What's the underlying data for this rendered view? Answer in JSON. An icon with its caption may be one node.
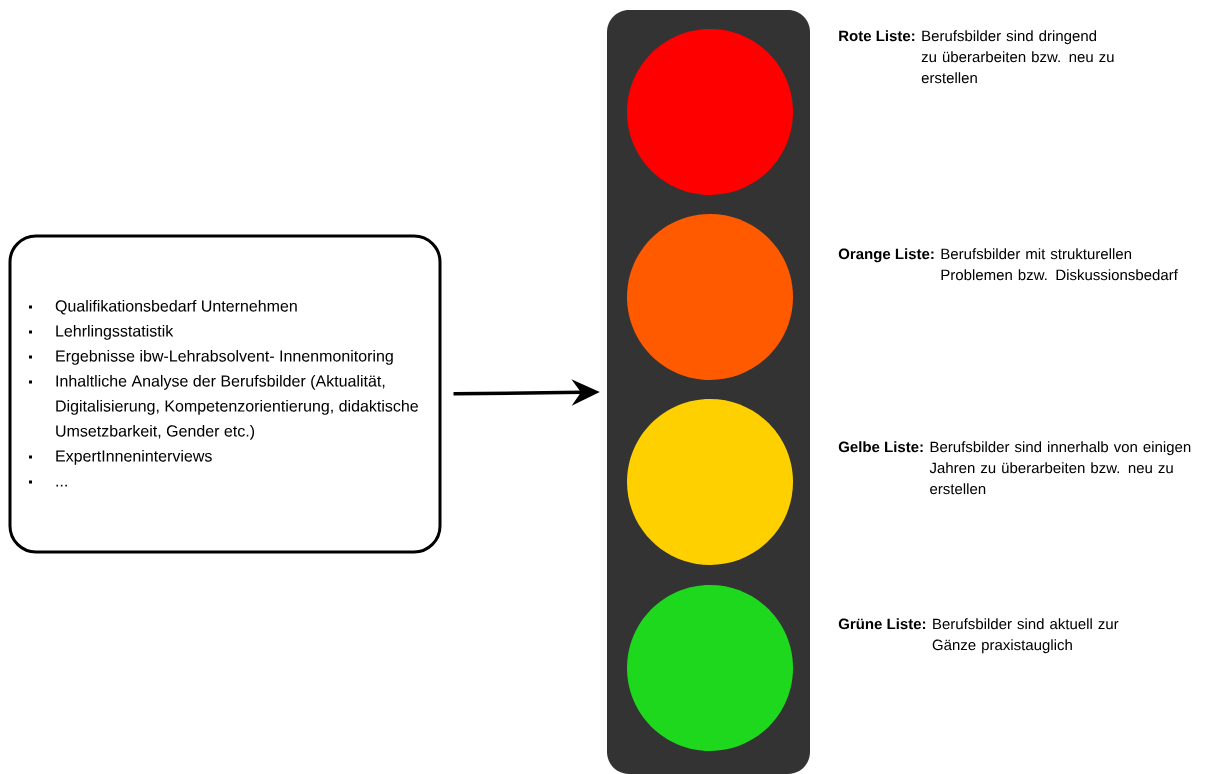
{
  "diagram": {
    "nodes": [
      {
        "text": [
          "Qualifikationsbedarf Unternehmen",
          "Lehrlingsstatistik",
          "Ergebnisse ibw-Lehrabsolvent- Innenmonitoring",
          "Inhaltliche Analyse der Berufsbilder (Aktualität, Digitalisierung, Kompetenzorientierung, didaktische Umsetzbarkeit, Gender etc.)",
          "ExpertInneninterviews",
          "..."
        ]
      },
      {
        "text": [],
        "shape": "box"
      },
      {
        "text": [],
        "shape": "circle",
        "in": 1,
        "beside": [
          "Rote Liste:",
          "Berufsbilder sind dringend zu überarbeiten bzw. neu zu erstellen"
        ]
      },
      {
        "text": [],
        "shape": "circle",
        "in": 1,
        "beside": [
          "Orange Liste:",
          "Berufsbilder mit strukturellen Problemen bzw. Diskussionsbedarf"
        ]
      },
      {
        "text": [],
        "shape": "circle",
        "in": 1,
        "beside": [
          "Gelbe Liste:",
          "Berufsbilder sind innerhalb von einigen Jahren zu überarbeiten bzw. neu zu erstellen"
        ]
      },
      {
        "text": [],
        "shape": "circle",
        "in": 1,
        "beside": [
          "Grüne Liste:",
          "Berufsbilder sind aktuell zur Gänze praxistauglich"
        ]
      }
    ],
    "edges": [
      {
        "from": 0,
        "to": 1,
        "arrow": "to"
      }
    ]
  }
}
